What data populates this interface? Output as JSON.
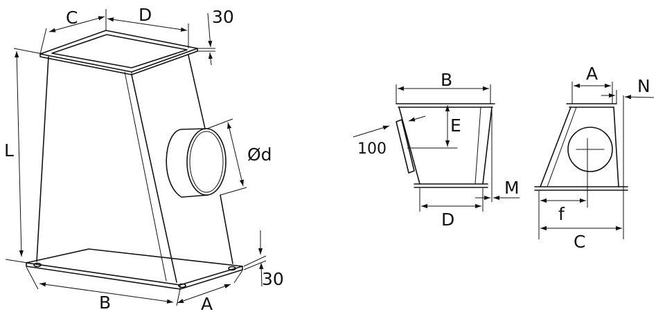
{
  "labels": {
    "left": {
      "C": "C",
      "D": "D",
      "thirty_top": "30",
      "L": "L",
      "diameter": "Ød",
      "thirty_bottom": "30",
      "B": "B",
      "A": "A"
    },
    "middle": {
      "B": "B",
      "E": "E",
      "hundred": "100",
      "M": "M",
      "D": "D"
    },
    "right": {
      "A": "A",
      "N": "N",
      "f": "f",
      "C": "C"
    }
  }
}
